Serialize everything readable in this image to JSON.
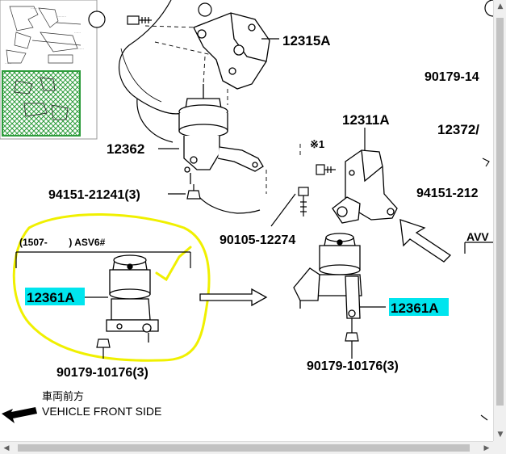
{
  "parts": {
    "top_bracket": "12315A",
    "right_label_1": "90179-14",
    "bracket_center": "12311A",
    "right_label_2": "12372/",
    "right_label_3": "94151-212",
    "upper_mount": "12362",
    "bolt_left": "94151-21241(3)",
    "ref_mark": "※1",
    "bolt_center": "90105-12274",
    "right_label_4": "AVV",
    "inset_range": "(1507-        ) ASV6#",
    "mount_highlight_left": "12361A",
    "mount_highlight_right": "12361A",
    "nut_left": "90179-10176(3)",
    "nut_right": "90179-10176(3)"
  },
  "direction": {
    "jp_label": "車両前方",
    "en_label": "VEHICLE FRONT SIDE"
  },
  "colors": {
    "highlight": "#00e5ee",
    "annotation": "#f0f000",
    "thumbnail_grid": "#2e9c3c"
  },
  "scrollbar": {
    "up_glyph": "▲",
    "down_glyph": "▼",
    "left_glyph": "◀",
    "right_glyph": "▶"
  }
}
